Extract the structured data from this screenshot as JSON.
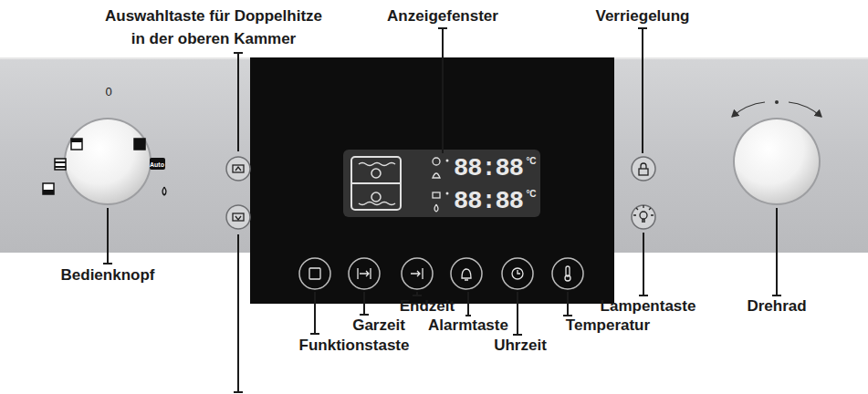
{
  "diagram": {
    "labels": [
      "Auswahltaste für Doppelhitze in der oberen Kammer",
      "Anzeigefenster",
      "Verriegelung",
      "Bedienknopf",
      "Funktionstaste",
      "Garzeit",
      "Endzeit",
      "Alarmtaste",
      "Uhrzeit",
      "Temperatur",
      "Lampentaste",
      "Drehrad",
      "0",
      "Auto",
      "88:88",
      "°C",
      "88:88",
      "°C"
    ]
  }
}
